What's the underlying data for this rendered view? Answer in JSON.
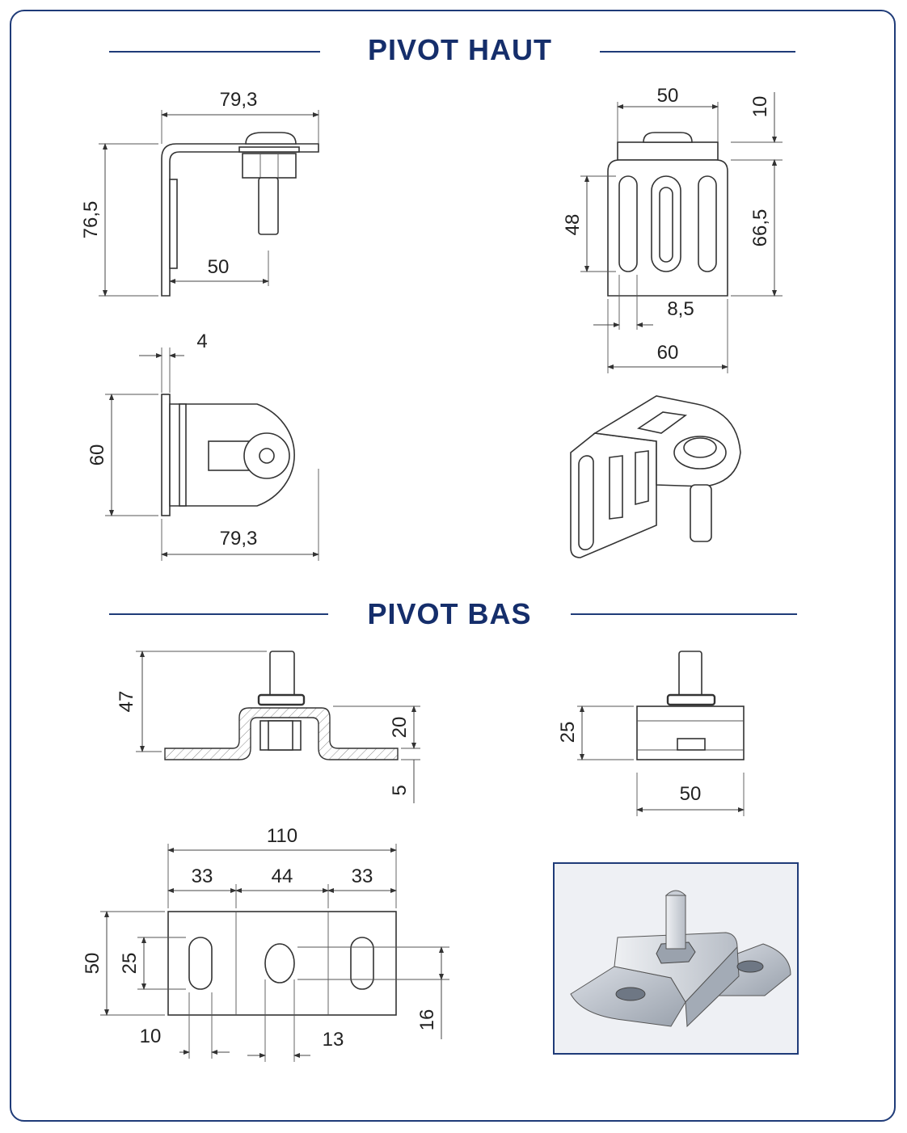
{
  "sections": {
    "top_title": "PIVOT HAUT",
    "bottom_title": "PIVOT BAS"
  },
  "pivot_haut": {
    "side_view": {
      "width": "79,3",
      "height": "76,5",
      "pin_offset": "50"
    },
    "front_view": {
      "top_width": "50",
      "top_thickness": "10",
      "slot_height": "48",
      "plate_height": "66,5",
      "slot_offset": "8,5",
      "plate_width": "60"
    },
    "top_view": {
      "thickness": "4",
      "height": "60",
      "width": "79,3"
    }
  },
  "pivot_bas": {
    "side_view": {
      "total_height": "47",
      "step_height": "20",
      "thickness": "5"
    },
    "end_view": {
      "height": "25",
      "width": "50"
    },
    "plan_view": {
      "total_width": "110",
      "left_seg": "33",
      "mid_seg": "44",
      "right_seg": "33",
      "height": "50",
      "slot_height": "25",
      "slot_width": "10",
      "hole_width": "13",
      "hole_height": "16"
    }
  },
  "colors": {
    "title": "#152e6b",
    "frame": "#1f3b78"
  }
}
